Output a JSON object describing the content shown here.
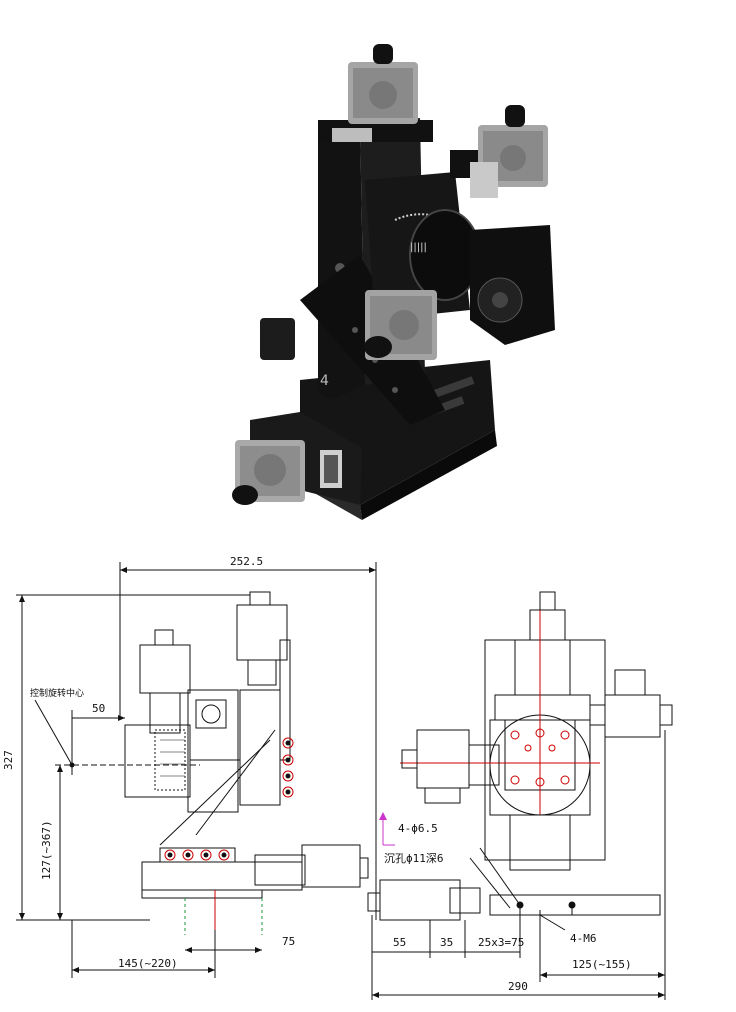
{
  "photo": {
    "caption": "",
    "brand_mark": ""
  },
  "drawing": {
    "top_width": "252.5",
    "left_height": "327",
    "center_height": "127(~367)",
    "offset_50": "50",
    "rotation_center_label": "控制旋转中心",
    "bottom_left": "145(~220)",
    "bottom_75": "75",
    "hole_spec_1": "4-ϕ6.5",
    "hole_spec_2": "沉孔ϕ11深6",
    "dim_55": "55",
    "dim_35": "35",
    "dim_pitch": "25x3=75",
    "thread_spec": "4-M6",
    "right_travel": "125(~155)",
    "overall_width": "290"
  },
  "colors": {
    "accent_red": "#cc0000",
    "accent_green": "#1a9a3a",
    "accent_magenta": "#cc33cc",
    "ink": "#111111"
  }
}
